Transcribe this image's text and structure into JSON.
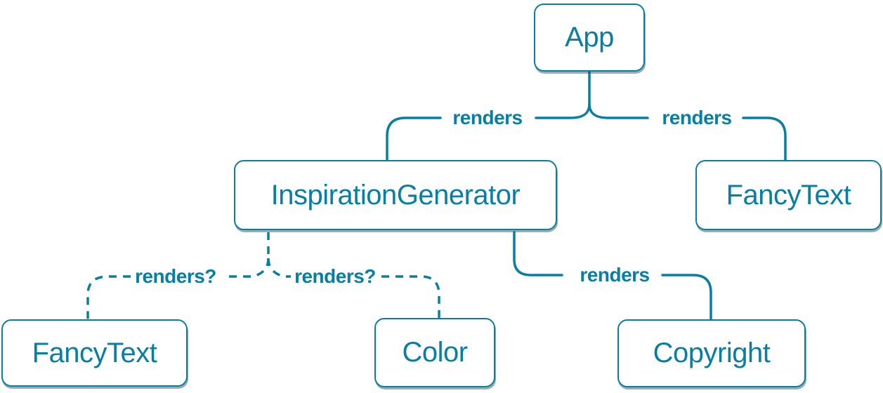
{
  "colors": {
    "accent": "#087ea4",
    "node_fill": "#ffffff",
    "background": "#ffffff"
  },
  "nodes": [
    {
      "id": "app",
      "label": "App"
    },
    {
      "id": "inspiration-generator",
      "label": "InspirationGenerator"
    },
    {
      "id": "fancy-text-top",
      "label": "FancyText"
    },
    {
      "id": "fancy-text-bottom",
      "label": "FancyText"
    },
    {
      "id": "color",
      "label": "Color"
    },
    {
      "id": "copyright",
      "label": "Copyright"
    }
  ],
  "edges": [
    {
      "from": "App",
      "to": "InspirationGenerator",
      "label": "renders",
      "style": "solid"
    },
    {
      "from": "App",
      "to": "FancyText",
      "label": "renders",
      "style": "solid"
    },
    {
      "from": "InspirationGenerator",
      "to": "FancyText",
      "label": "renders?",
      "style": "dashed"
    },
    {
      "from": "InspirationGenerator",
      "to": "Color",
      "label": "renders?",
      "style": "dashed"
    },
    {
      "from": "InspirationGenerator",
      "to": "Copyright",
      "label": "renders",
      "style": "solid"
    }
  ]
}
